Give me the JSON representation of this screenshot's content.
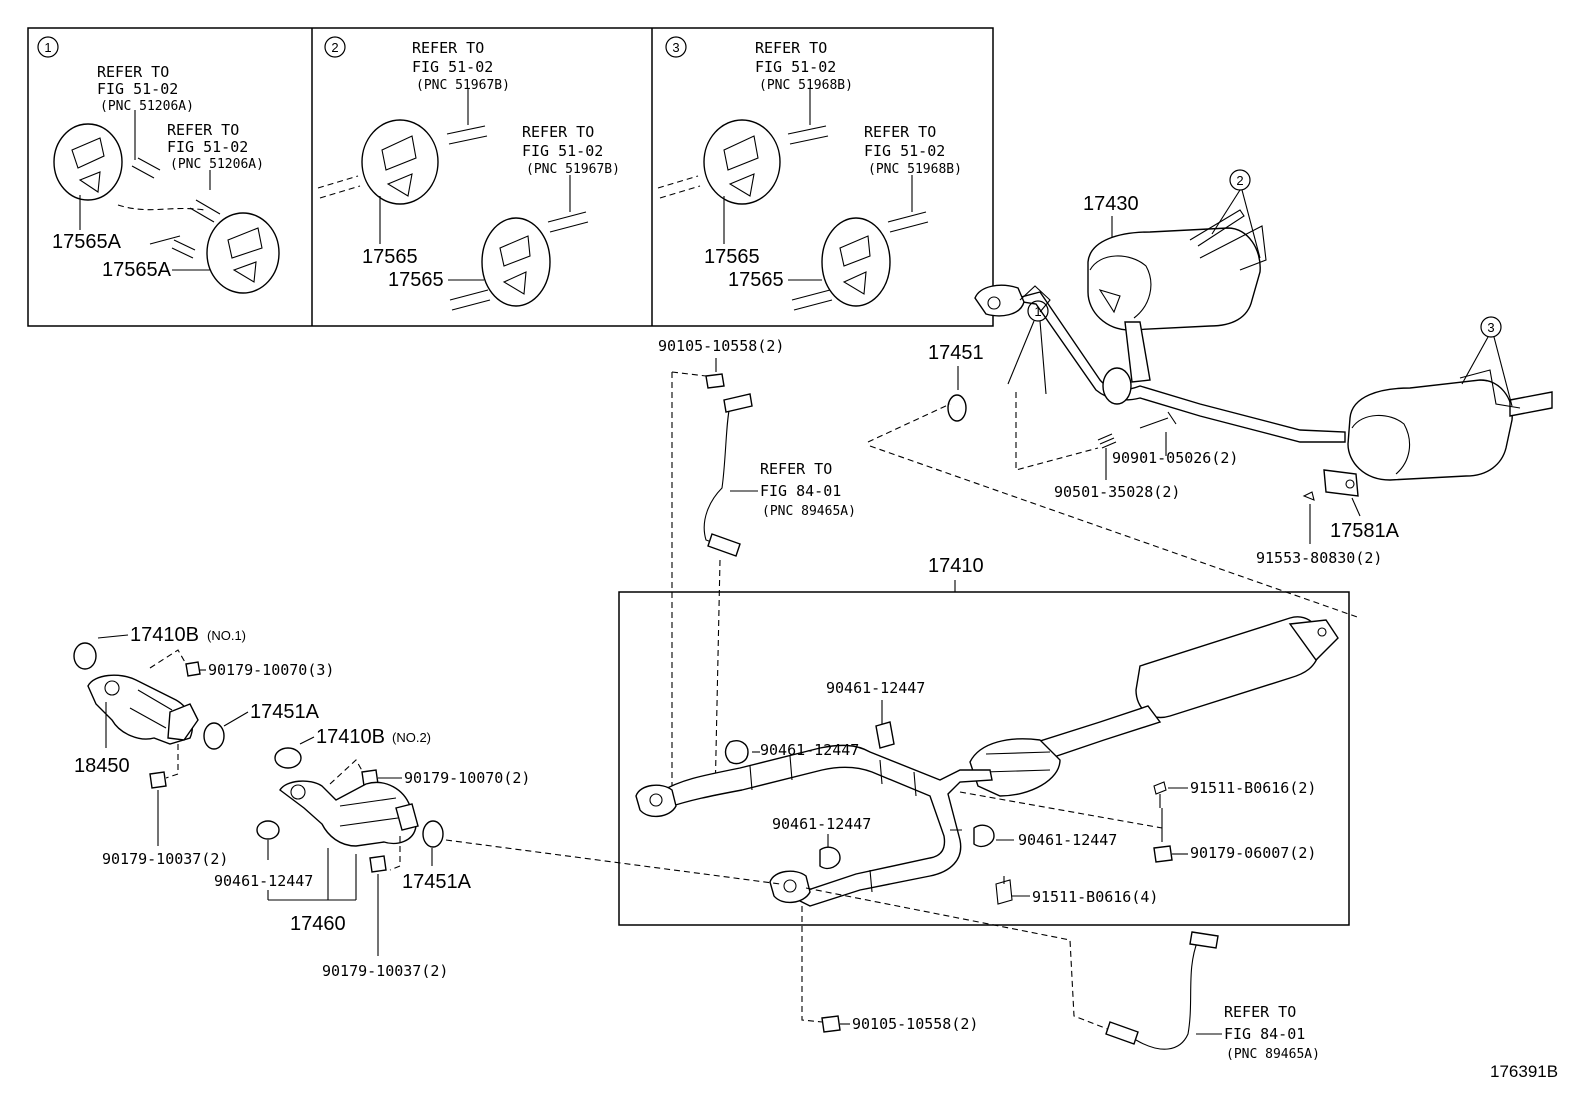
{
  "insets": [
    {
      "num": "1",
      "refs": [
        {
          "title": "REFER TO",
          "fig": "FIG 51-02",
          "pnc": "(PNC 51206A)"
        },
        {
          "title": "REFER TO",
          "fig": "FIG 51-02",
          "pnc": "(PNC 51206A)"
        }
      ],
      "parts": [
        "17565A",
        "17565A"
      ]
    },
    {
      "num": "2",
      "refs": [
        {
          "title": "REFER TO",
          "fig": "FIG 51-02",
          "pnc": "(PNC 51967B)"
        },
        {
          "title": "REFER TO",
          "fig": "FIG 51-02",
          "pnc": "(PNC 51967B)"
        }
      ],
      "parts": [
        "17565",
        "17565"
      ]
    },
    {
      "num": "3",
      "refs": [
        {
          "title": "REFER TO",
          "fig": "FIG 51-02",
          "pnc": "(PNC 51968B)"
        },
        {
          "title": "REFER TO",
          "fig": "FIG 51-02",
          "pnc": "(PNC 51968B)"
        }
      ],
      "parts": [
        "17565",
        "17565"
      ]
    }
  ],
  "rear_assembly": {
    "tailpipe": "17430",
    "gasket": "17451",
    "spring": "90501-35028(2)",
    "bolt": "90901-05026(2)",
    "bracket": "17581A",
    "bracket_bolt": "91553-80830(2)",
    "callouts": [
      "1",
      "2",
      "3"
    ]
  },
  "sensor_upper": {
    "nut": "90105-10558(2)",
    "ref_title": "REFER TO",
    "ref_fig": "FIG 84-01",
    "ref_pnc": "(PNC 89465A)"
  },
  "sensor_lower": {
    "nut": "90105-10558(2)",
    "ref_title": "REFER TO",
    "ref_fig": "FIG 84-01",
    "ref_pnc": "(PNC 89465A)"
  },
  "front_pipe": {
    "assembly": "17410",
    "clamps": [
      "90461-12447",
      "90461-12447",
      "90461-12447",
      "90461-12447"
    ],
    "bolt_a": "91511-B0616(2)",
    "nut_a": "90179-06007(2)",
    "bolt_b": "91511-B0616(4)"
  },
  "converter_no1": {
    "gasket": "17410B",
    "gasket_tag": "(NO.1)",
    "nut_top": "90179-10070(3)",
    "gasket_out": "17451A",
    "converter": "18450",
    "nut_bottom": "90179-10037(2)"
  },
  "converter_no2": {
    "gasket": "17410B",
    "gasket_tag": "(NO.2)",
    "nut_top": "90179-10070(2)",
    "ring": "90461-12447",
    "gasket_out": "17451A",
    "assembly": "17460",
    "nut_bottom": "90179-10037(2)"
  },
  "figure_id": "176391B"
}
